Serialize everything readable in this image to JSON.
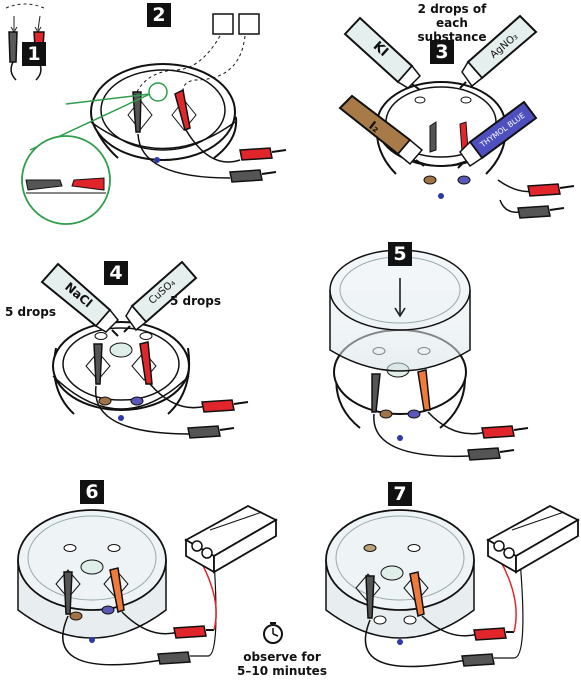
{
  "steps": [
    {
      "number": "1"
    },
    {
      "number": "2"
    },
    {
      "number": "3"
    },
    {
      "number": "4"
    },
    {
      "number": "5"
    },
    {
      "number": "6"
    },
    {
      "number": "7"
    }
  ],
  "annotations": {
    "drops_each": "2 drops of each substance",
    "drops_5_left": "5 drops",
    "drops_5_right": "5 drops",
    "observe": "observe for 5–10 minutes"
  },
  "bottles": {
    "ki": "KI",
    "agno3": "AgNO₃",
    "i2": "I₂",
    "thymol": "THYMOL BLUE",
    "nacl": "NaCl",
    "cuso4": "CuSO₄"
  },
  "icons": [
    "petri-dish",
    "alligator-clip",
    "dropper-bottle",
    "battery-holder",
    "stopwatch-icon",
    "magnifier-circle",
    "arrow-down"
  ],
  "colors": {
    "clip_red": "#e0262b",
    "clip_black": "#555555",
    "drop_blue": "#2b3aa6",
    "drop_brown": "#a07448",
    "drop_purple": "#5a58b8",
    "solution_tint": "#dfeee8",
    "callout_green": "#2e9e4a",
    "wire_red": "#e0262b"
  }
}
